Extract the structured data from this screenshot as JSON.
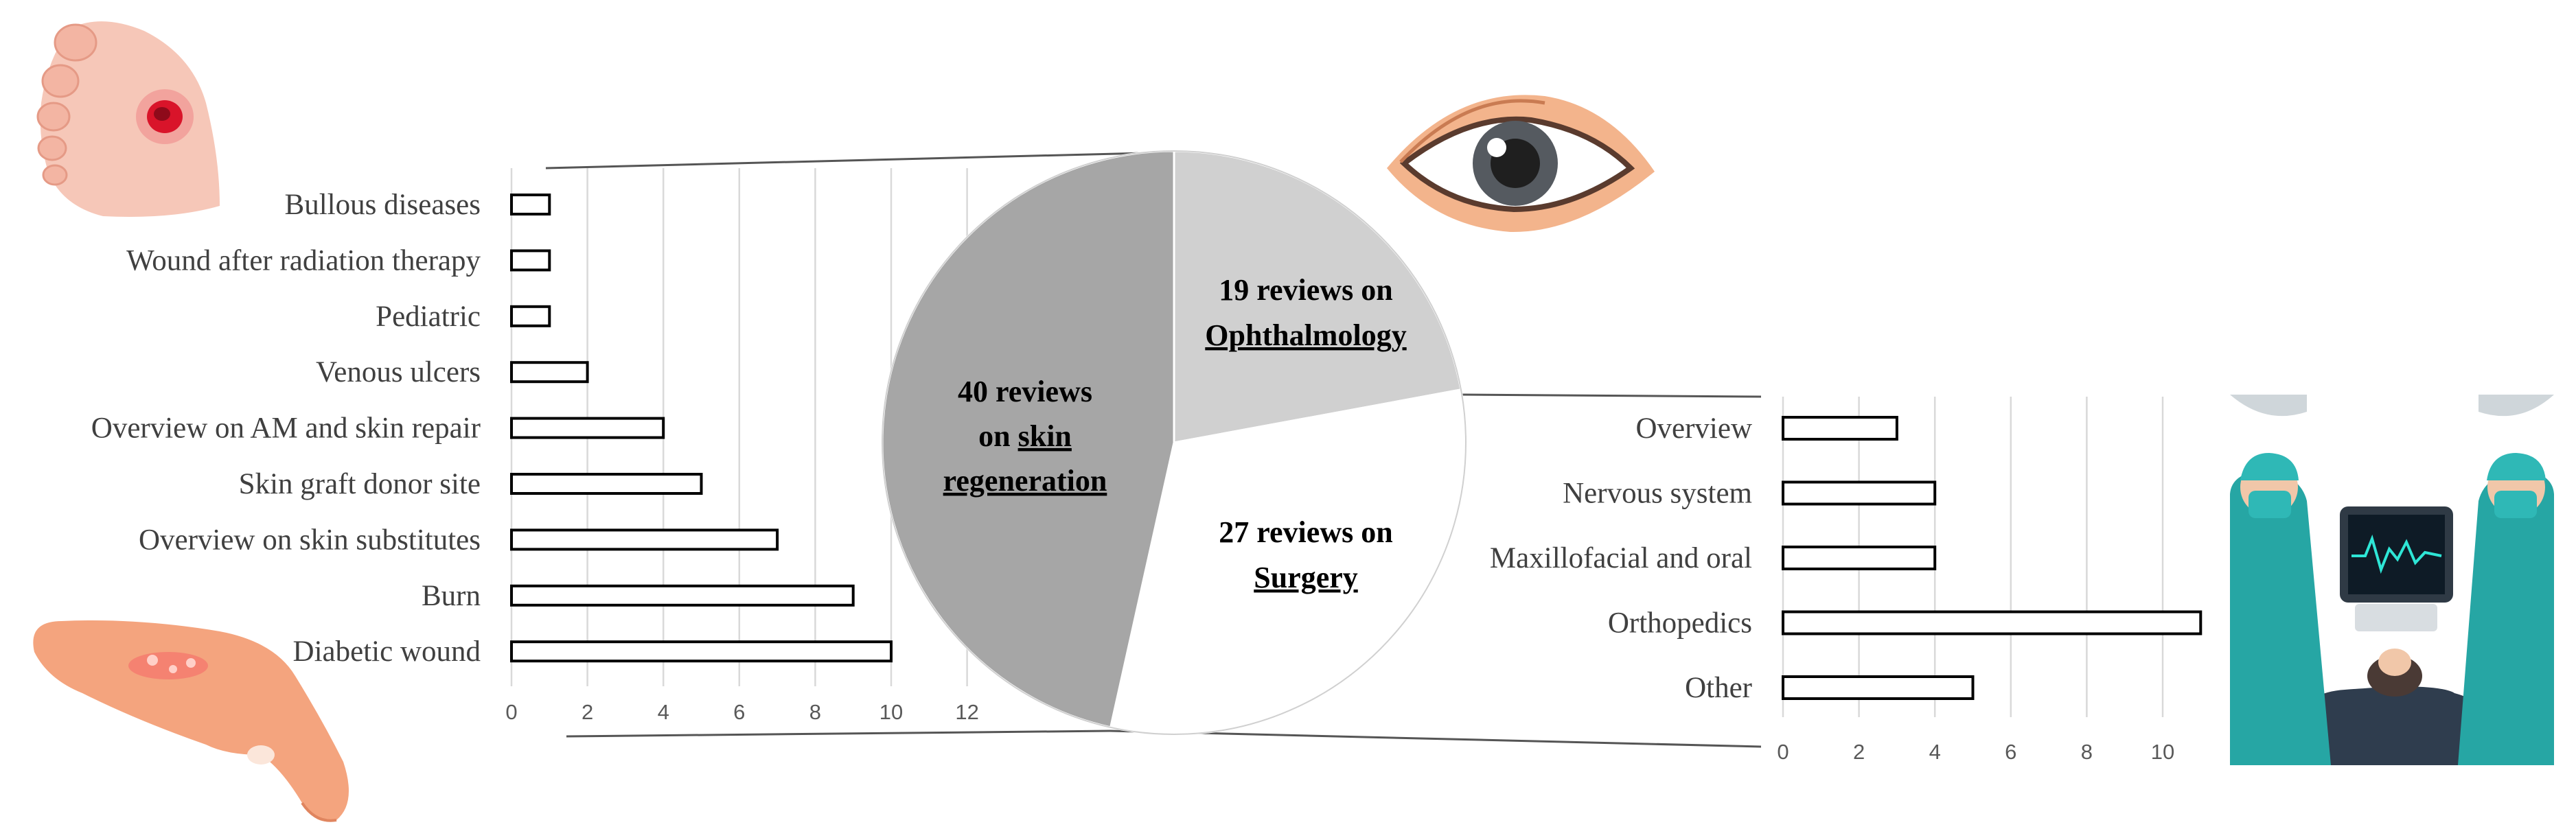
{
  "chart_data": [
    {
      "type": "pie",
      "slices": [
        {
          "label": "40 reviews on skin regeneration",
          "value": 40,
          "line1": "40 reviews",
          "line2_plain": "on ",
          "line2_underlined": "skin",
          "line3_underlined": "regeneration"
        },
        {
          "label": "19 reviews on Ophthalmology",
          "value": 19,
          "line1": "19 reviews on",
          "line2_underlined": "Ophthalmology"
        },
        {
          "label": "27 reviews on Surgery",
          "value": 27,
          "line1": "27 reviews on",
          "line2_underlined": "Surgery"
        }
      ],
      "colors": [
        "#a6a6a6",
        "#d0d0d0",
        "#ffffff"
      ]
    },
    {
      "type": "bar",
      "orientation": "horizontal",
      "categories": [
        "Bullous diseases",
        "Wound after radiation therapy",
        "Pediatric",
        "Venous ulcers",
        "Overview on AM and skin repair",
        "Skin graft donor site",
        "Overview on skin substitutes",
        "Burn",
        "Diabetic wound"
      ],
      "values": [
        1,
        1,
        1,
        2,
        4,
        5,
        7,
        9,
        10
      ],
      "xlim": [
        0,
        12
      ],
      "ticks": [
        "0",
        "2",
        "4",
        "6",
        "8",
        "10",
        "12"
      ],
      "grid": true
    },
    {
      "type": "bar",
      "orientation": "horizontal",
      "categories": [
        "Overview",
        "Nervous system",
        "Maxillofacial and oral",
        "Orthopedics",
        "Other"
      ],
      "values": [
        3,
        4,
        4,
        11,
        5
      ],
      "xlim": [
        0,
        11
      ],
      "ticks": [
        "0",
        "2",
        "4",
        "6",
        "8",
        "10"
      ],
      "grid": true
    }
  ],
  "illustrations": [
    "foot-wound-icon",
    "hand-burn-icon",
    "eye-icon",
    "surgery-team-icon"
  ]
}
